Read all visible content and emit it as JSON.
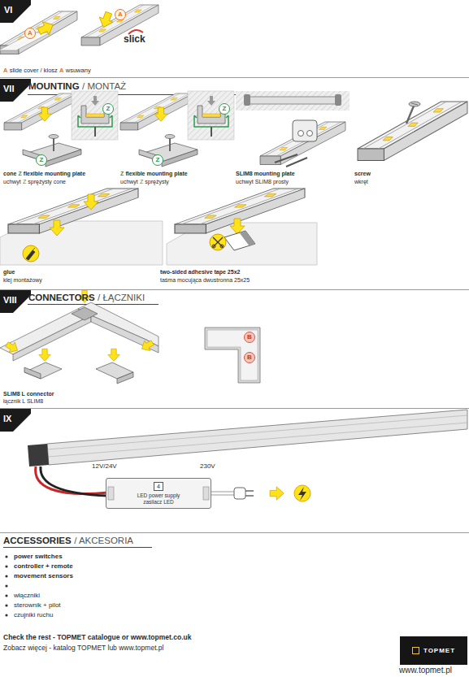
{
  "diagram": {
    "nodes": [
      {
        "text": [
          "4",
          "LED power supply",
          "zasilacz LED"
        ]
      },
      {
        "text": [
          "TOPMET"
        ]
      }
    ],
    "labels": [
      "VI",
      "A",
      "A",
      "slick",
      "A",
      "slide cover / klosz",
      "A",
      "wsuwany",
      "VII",
      "MOUNTING",
      "/ MONTAŻ",
      "Z",
      "Z",
      "Z",
      "Z",
      "cone",
      "Z",
      "flexible mounting plate",
      "uchwyt",
      "Z",
      "sprężysty cone",
      "Z",
      "flexible mounting plate",
      "uchwyt",
      "Z",
      "sprężysty",
      "SLIM8 mounting plate",
      "uchwyt SLIM8 prosty",
      "screw",
      "wkręt",
      "glue",
      "klej montażowy",
      "two-sided adhesive tape 25x2",
      "taśma mocująca dwustronna 25x25",
      "VIII",
      "CONNECTORS",
      "/ ŁĄCZNIKI",
      "B",
      "B",
      "SLIM8 L connector",
      "łącznik L SLIM8",
      "IX",
      "12V/24V",
      "230V",
      "ACCESSORIES",
      "/ AKCESORIA",
      "power switches",
      "controller + remote",
      "movement sensors",
      "włączniki",
      "sterownik + pilot",
      "czujniki ruchu",
      "Check the rest - TOPMET catalogue or www.topmet.co.uk",
      "Zobacz więcej - katalog TOPMET lub www.topmet.pl",
      "www.topmet.pl"
    ]
  }
}
